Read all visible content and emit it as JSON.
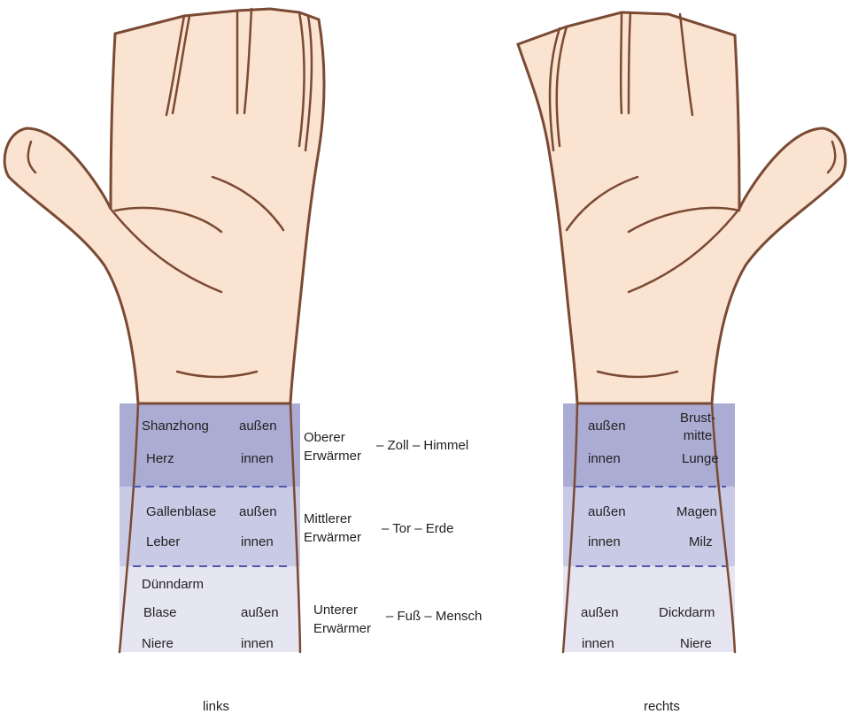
{
  "colors": {
    "skin": "#fbe3d1",
    "outline": "#7a4a33",
    "zone_upper": "#abacd3",
    "zone_middle": "#c9cbe6",
    "zone_lower": "#e6e6f3",
    "dash": "#4f57a8"
  },
  "left_hand": {
    "caption": "links",
    "upper": {
      "top_left": "Shanzhong",
      "top_right": "außen",
      "bottom_left": "Herz",
      "bottom_right": "innen"
    },
    "middle": {
      "top_left": "Gallenblase",
      "top_right": "außen",
      "bottom_left": "Leber",
      "bottom_right": "innen"
    },
    "lower": {
      "extra": "Dünndarm",
      "top_left": "Blase",
      "top_right": "außen",
      "bottom_left": "Niere",
      "bottom_right": "innen"
    }
  },
  "right_hand": {
    "caption": "rechts",
    "upper": {
      "top_left": "außen",
      "top_right_1": "Brust-",
      "top_right_2": "mitte",
      "bottom_left": "innen",
      "bottom_right": "Lunge"
    },
    "middle": {
      "top_left": "außen",
      "top_right": "Magen",
      "bottom_left": "innen",
      "bottom_right": "Milz"
    },
    "lower": {
      "top_left": "außen",
      "top_right": "Dickdarm",
      "bottom_left": "innen",
      "bottom_right": "Niere"
    }
  },
  "burners": [
    {
      "line1": "Oberer",
      "line2": "Erwärmer",
      "suffix": "– Zoll – Himmel"
    },
    {
      "line1": "Mittlerer",
      "line2": "Erwärmer",
      "suffix": "– Tor – Erde"
    },
    {
      "line1": "Unterer",
      "line2": "Erwärmer",
      "suffix": "– Fuß – Mensch"
    }
  ]
}
